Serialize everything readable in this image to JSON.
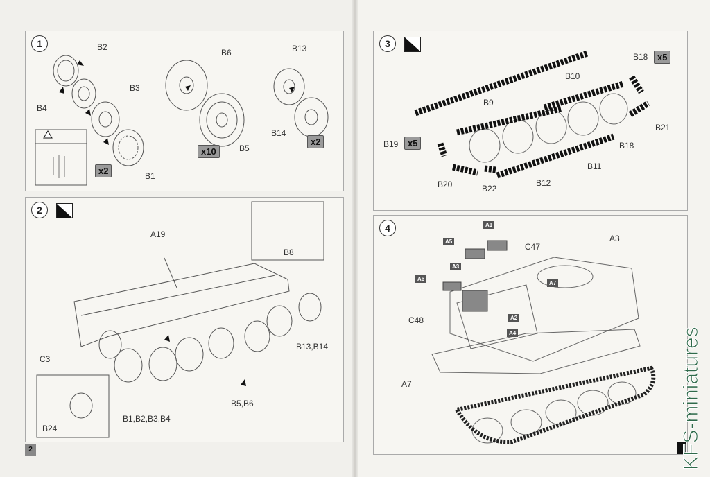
{
  "steps": [
    {
      "number": "1",
      "labels": {
        "b2": "B2",
        "b3": "B3",
        "b4": "B4",
        "b1": "B1",
        "b6": "B6",
        "b5": "B5",
        "b13": "B13",
        "b14": "B14"
      },
      "quantities": {
        "sprocket": "x2",
        "road_wheels": "x10",
        "idler": "x2"
      }
    },
    {
      "number": "2",
      "labels": {
        "a19": "A19",
        "b8": "B8",
        "c3": "C3",
        "b13_b14": "B13,B14",
        "b5_b6": "B5,B6",
        "b1_b4": "B1,B2,B3,B4",
        "b24": "B24"
      }
    },
    {
      "number": "3",
      "labels": {
        "b18_top": "B18",
        "b10": "B10",
        "b9": "B9",
        "b21": "B21",
        "b19": "B19",
        "b18": "B18",
        "b11": "B11",
        "b20": "B20",
        "b22": "B22",
        "b12": "B12"
      },
      "quantities": {
        "b18": "x5",
        "b19": "x5"
      }
    },
    {
      "number": "4",
      "labels": {
        "c47": "C47",
        "a3": "A3",
        "c48": "C48",
        "a7": "A7"
      },
      "tags": {
        "a1": "A1",
        "a5": "A5",
        "a3": "A3",
        "a6": "A6",
        "a7": "A7",
        "a2": "A2",
        "a4": "A4"
      }
    }
  ],
  "page_number": "2",
  "watermark": "KFS-miniatures"
}
